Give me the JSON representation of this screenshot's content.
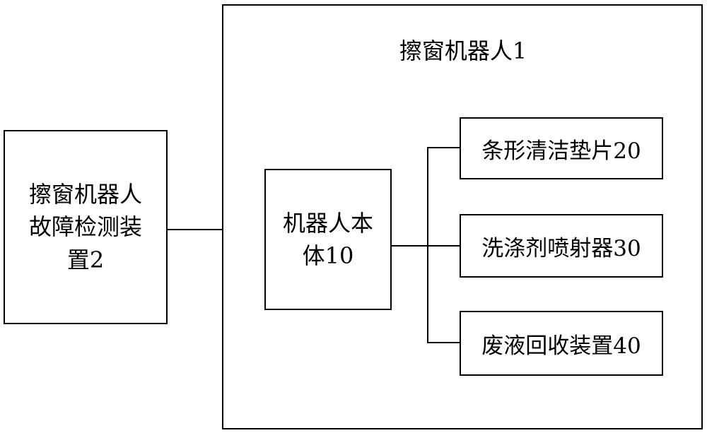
{
  "robot": {
    "title": "擦窗机器人1"
  },
  "fault_device": {
    "lines": [
      "擦窗机器人",
      "故障检测装",
      "置2"
    ]
  },
  "robot_body": {
    "lines": [
      "机器人本",
      "体10"
    ]
  },
  "components": [
    {
      "label": "条形清洁垫片20"
    },
    {
      "label": "洗涤剂喷射器30"
    },
    {
      "label": "废液回收装置40"
    }
  ]
}
